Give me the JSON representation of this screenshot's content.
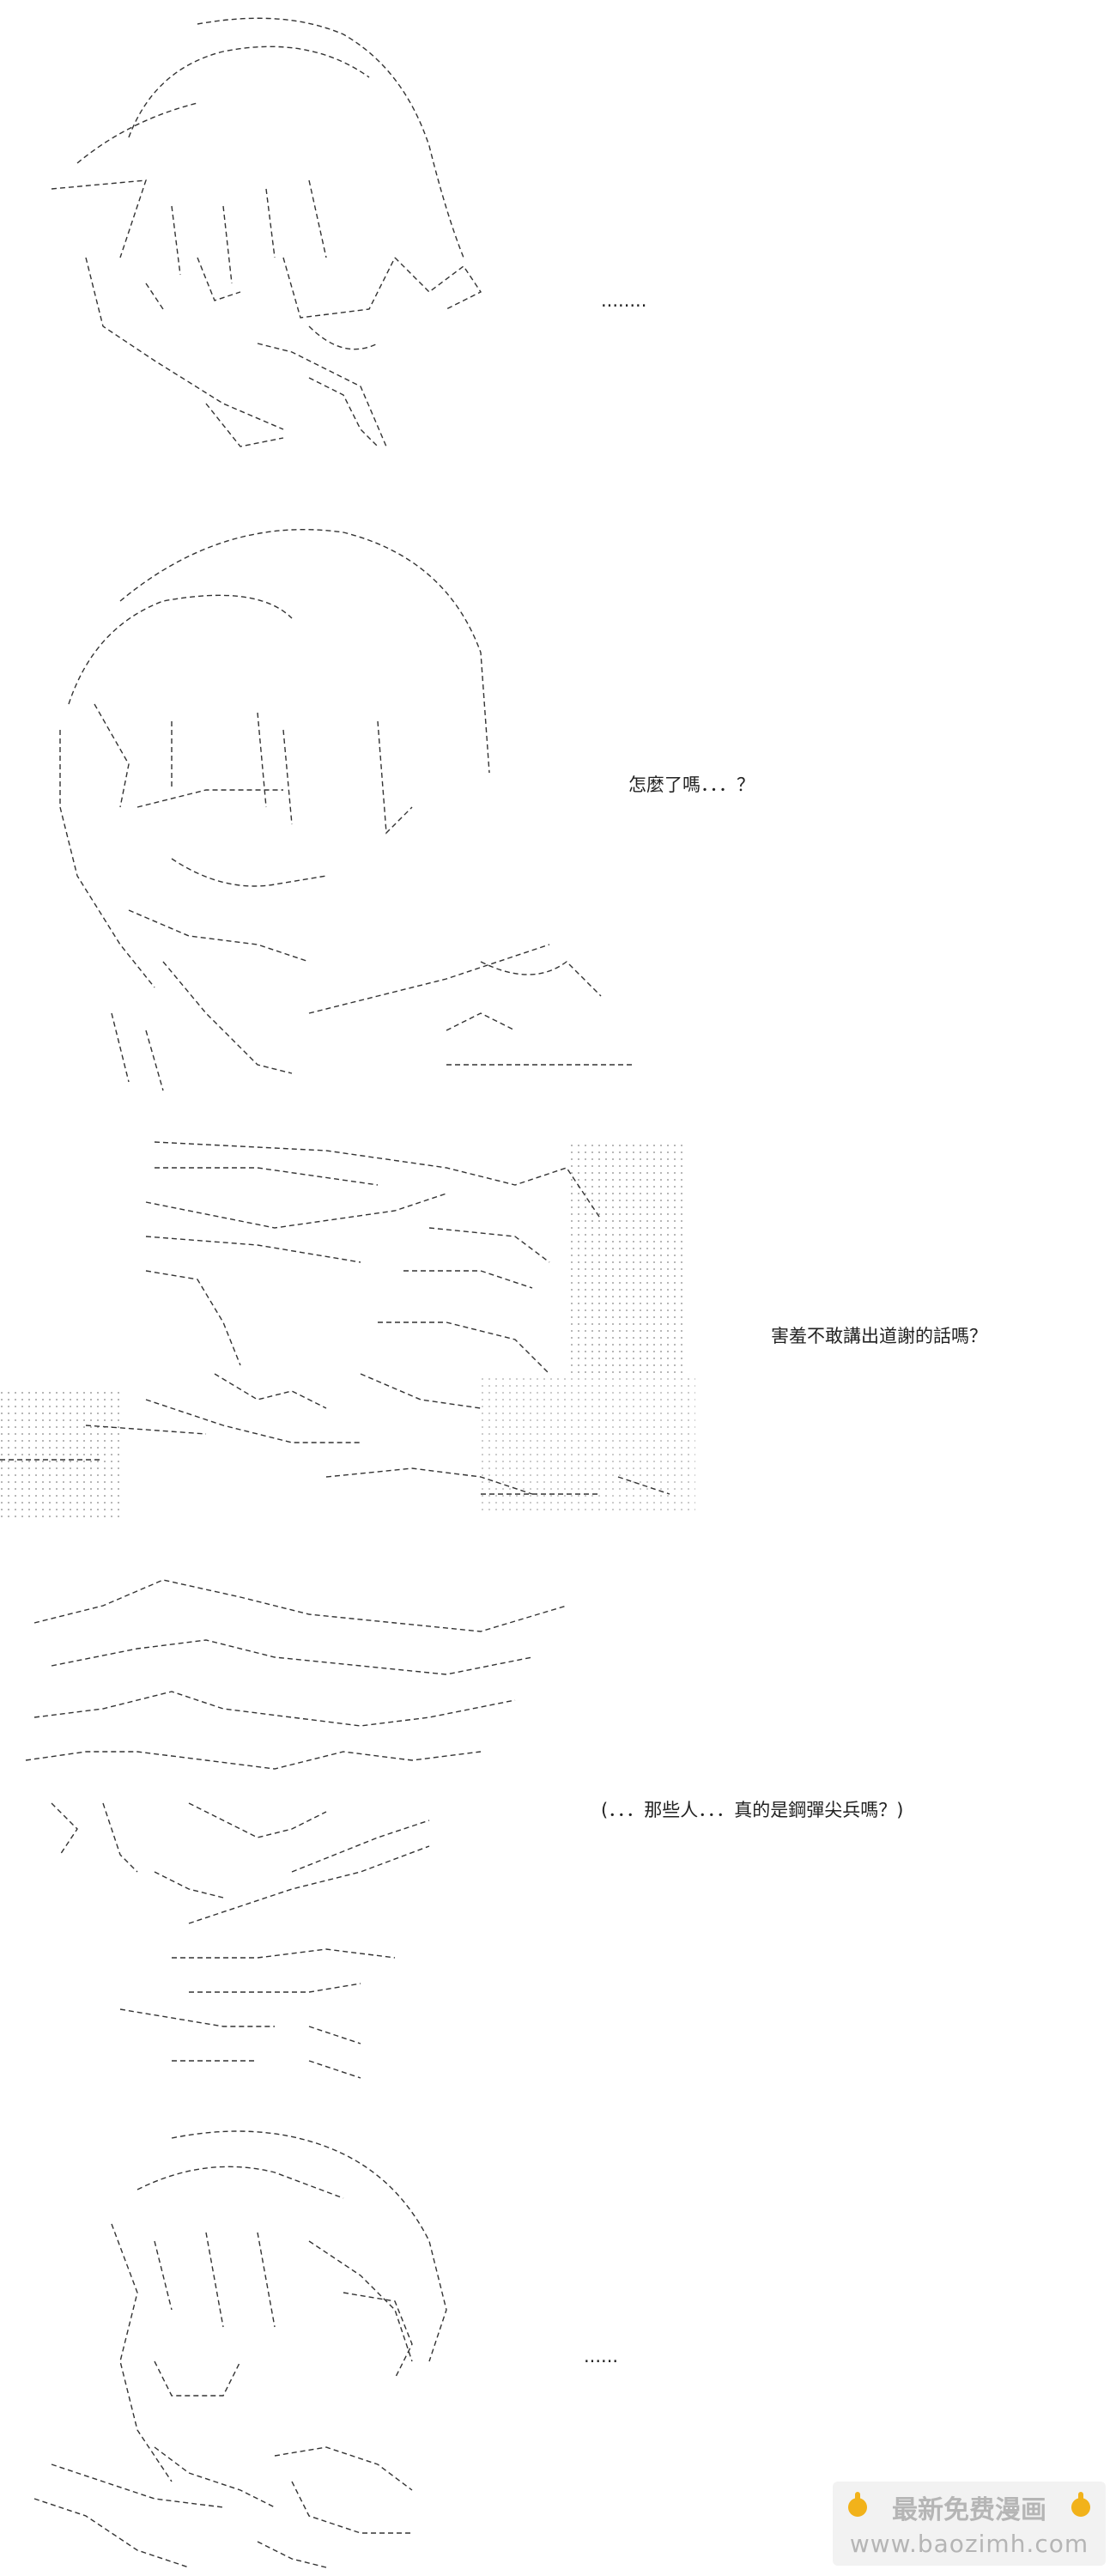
{
  "panels": [
    {
      "text": "........"
    },
    {
      "text": "怎麼了嗎．．．？"
    },
    {
      "text": "害羞不敢講出道謝的話嗎？"
    },
    {
      "text": "(．．．那些人．．．真的是鋼彈尖兵嗎？)"
    },
    {
      "text": "......"
    }
  ],
  "watermark": {
    "line1": "最新免费漫画",
    "line2": "www.baozimh.com",
    "icon": "pointing-hand-icon",
    "icon_color": "#f2b21a"
  }
}
